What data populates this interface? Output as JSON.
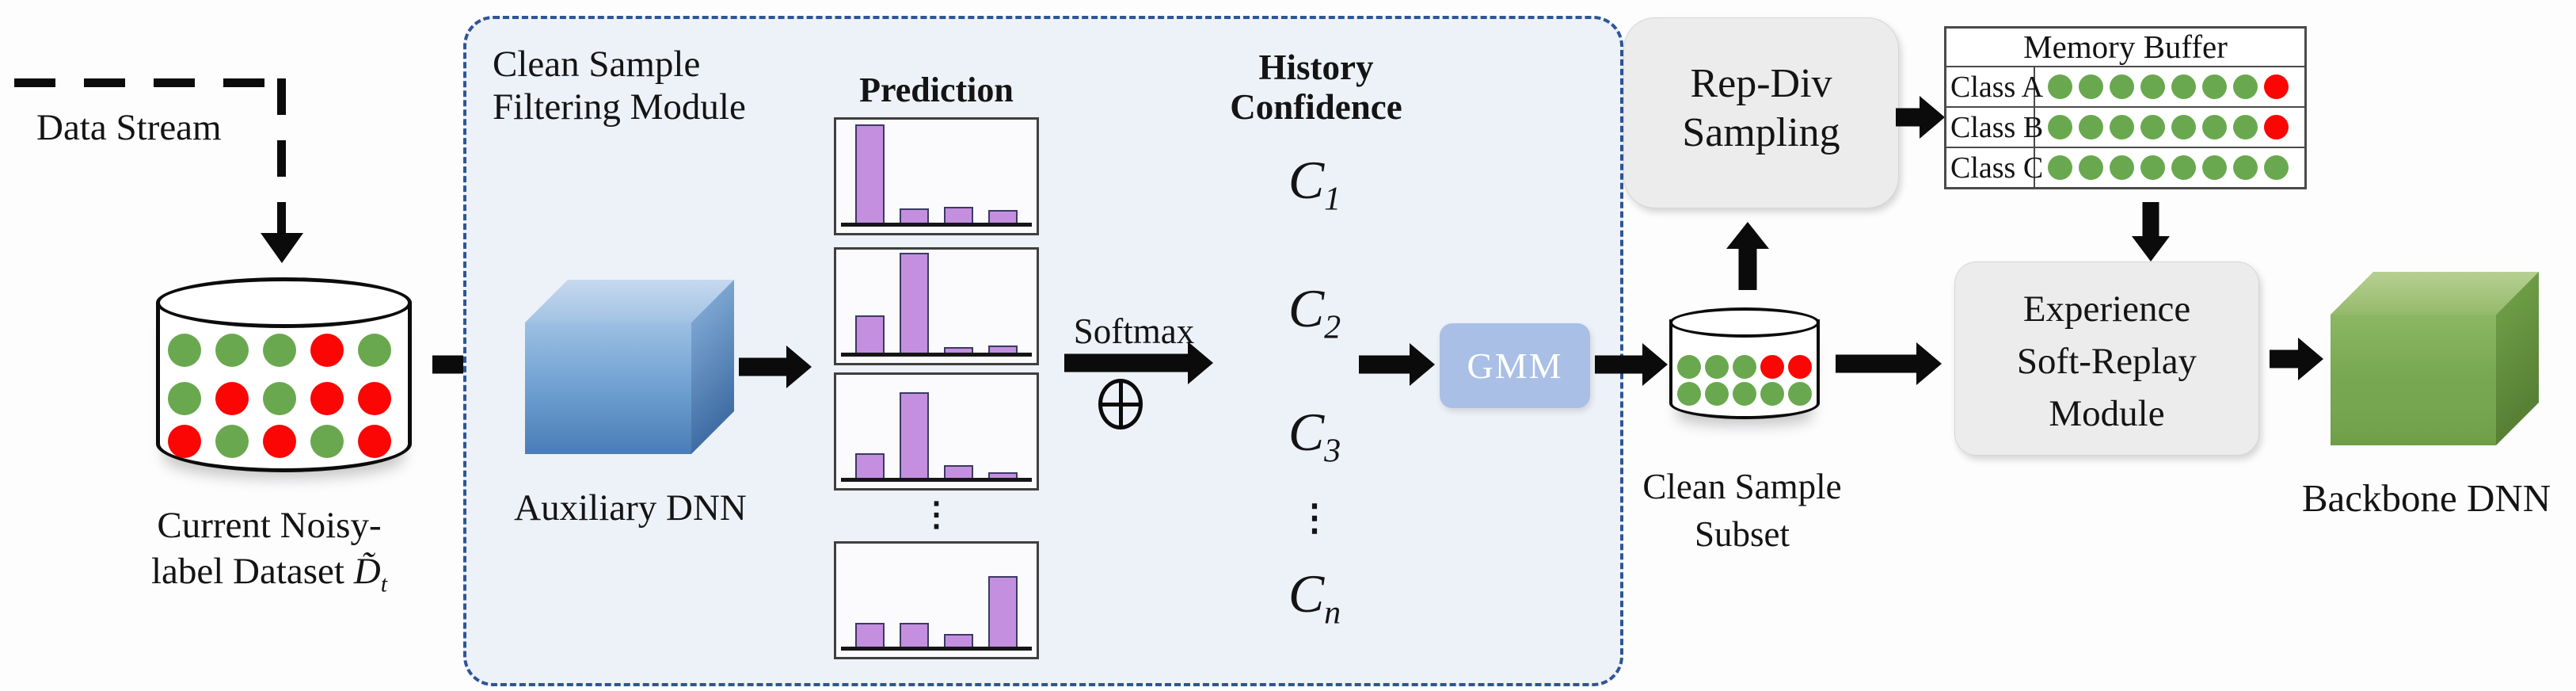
{
  "colors": {
    "green_dot": "#6aa84f",
    "red_dot": "#fb0505",
    "bar_purple": "#c48fdf",
    "gmm_fill": "#a9bfe5",
    "dash_blue": "#2e5597"
  },
  "data_stream": {
    "label": "Data Stream"
  },
  "noisy_dataset": {
    "caption_line1": "Current Noisy-",
    "caption_line2": "label Dataset",
    "math_base": "D̃",
    "math_sub": "t",
    "dot_rows": [
      "GGGRG",
      "GRGRR",
      "RGRGR"
    ]
  },
  "module": {
    "title_line1": "Clean Sample",
    "title_line2": "Filtering Module",
    "auxiliary_label": "Auxiliary DNN",
    "prediction_title": "Prediction",
    "charts_ellipsis": "⋮",
    "softmax_label": "Softmax",
    "oplus_symbol": "⊕",
    "history_title_line1": "History",
    "history_title_line2": "Confidence",
    "gmm_label": "GMM"
  },
  "prediction_charts": [
    {
      "values": [
        0.92,
        0.13,
        0.15,
        0.12
      ]
    },
    {
      "values": [
        0.35,
        0.93,
        0.05,
        0.07
      ]
    },
    {
      "values": [
        0.23,
        0.8,
        0.12,
        0.05
      ]
    },
    {
      "values": [
        0.22,
        0.22,
        0.12,
        0.66
      ]
    }
  ],
  "confidence_items": [
    {
      "base": "C",
      "sub": "1"
    },
    {
      "base": "C",
      "sub": "2"
    },
    {
      "base": "C",
      "sub": "3"
    },
    {
      "dots": "⋮"
    },
    {
      "base": "C",
      "sub": "n"
    }
  ],
  "clean_subset": {
    "caption_line1": "Clean Sample",
    "caption_line2": "Subset",
    "dot_rows": [
      "GGGRR",
      "GGGGG"
    ]
  },
  "rep_div": {
    "line1": "Rep-Div",
    "line2": "Sampling"
  },
  "memory_buffer": {
    "title": "Memory Buffer",
    "rows": [
      {
        "label": "Class A",
        "dots": "GGGGGGGR"
      },
      {
        "label": "Class B",
        "dots": "GGGGGGGR"
      },
      {
        "label": "Class C",
        "dots": "GGGGGGGG"
      }
    ]
  },
  "experience": {
    "line1": "Experience",
    "line2": "Soft-Replay",
    "line3": "Module"
  },
  "backbone": {
    "label": "Backbone DNN"
  }
}
